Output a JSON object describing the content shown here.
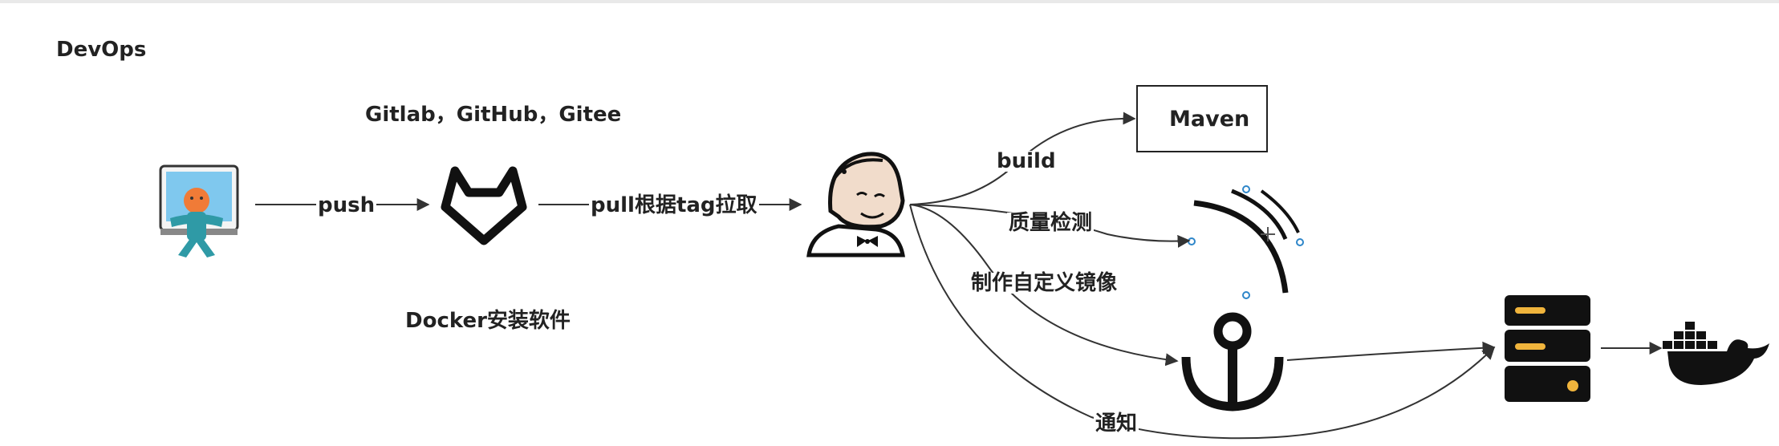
{
  "title": "DevOps",
  "nodes": {
    "developer_icon": "developer-computer-icon",
    "repo_icon": "gitlab-icon",
    "repo_caption": "Gitlab，GitHub，Gitee",
    "jenkins_icon": "jenkins-butler-icon",
    "maven_box": "Maven",
    "sonar_icon": "sonarqube-icon",
    "harbor_icon": "harbor-anchor-icon",
    "server_icon": "server-icon",
    "docker_icon": "docker-whale-icon",
    "docker_caption": "Docker安装软件"
  },
  "edges": {
    "push": "push",
    "pull": "pull根据tag拉取",
    "build": "build",
    "quality": "质量检测",
    "custom_image": "制作自定义镜像",
    "notify": "通知"
  },
  "colors": {
    "line": "#333333",
    "teal": "#2f9aa6",
    "screen": "#7fc8ee",
    "orange": "#f07b37",
    "server_bar": "#f0b43c",
    "handle": "#2e86c9"
  }
}
